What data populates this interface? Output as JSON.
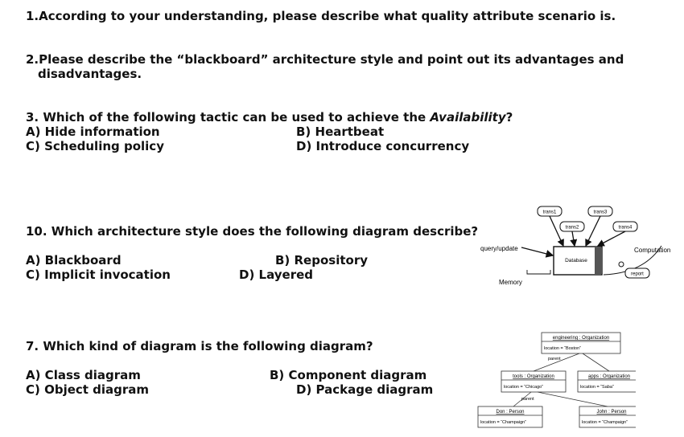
{
  "q1": {
    "text": "1.According to your understanding, please describe what quality attribute scenario is."
  },
  "q2": {
    "line1": "2.Please describe the “blackboard” architecture style and point out its advantages and",
    "line2": "disadvantages."
  },
  "q3": {
    "prefix": "3. Which of the following tactic can be used to achieve the ",
    "emph": "Availability",
    "suffix": "?",
    "options": {
      "a": "A) Hide information",
      "b": "B) Heartbeat",
      "c": "C) Scheduling policy",
      "d": "D) Introduce concurrency"
    }
  },
  "q10": {
    "text": "10. Which architecture style does the following diagram describe?",
    "options": {
      "a": "A) Blackboard",
      "b": "B) Repository",
      "c": "C) Implicit invocation",
      "d": "D) Layered"
    },
    "diagram": {
      "trans1": "trans1",
      "trans2": "trans2",
      "trans3": "trans3",
      "trans4": "trans4",
      "database": "Database",
      "query": "query/update",
      "memory": "Memory",
      "computation": "Computation",
      "report": "report"
    }
  },
  "q7": {
    "text": "7. Which kind of diagram is the following diagram?",
    "options": {
      "a": "A) Class diagram",
      "b": "B) Component diagram",
      "c": "C) Object diagram",
      "d": "D) Package diagram"
    },
    "diagram": {
      "engineering_title": "engineering : Organization",
      "engineering_attr": "location = “Boston”",
      "tools_title": "tools : Organization",
      "tools_attr": "location = “Chicago”",
      "apps_title": "apps : Organization",
      "apps_attr": "location = “Saba”",
      "don_title": "Don : Person",
      "don_attr": "location = “Champaign”",
      "john_title": "John : Person",
      "john_attr": "location = “Champaign”",
      "parent_label": "parent"
    }
  }
}
